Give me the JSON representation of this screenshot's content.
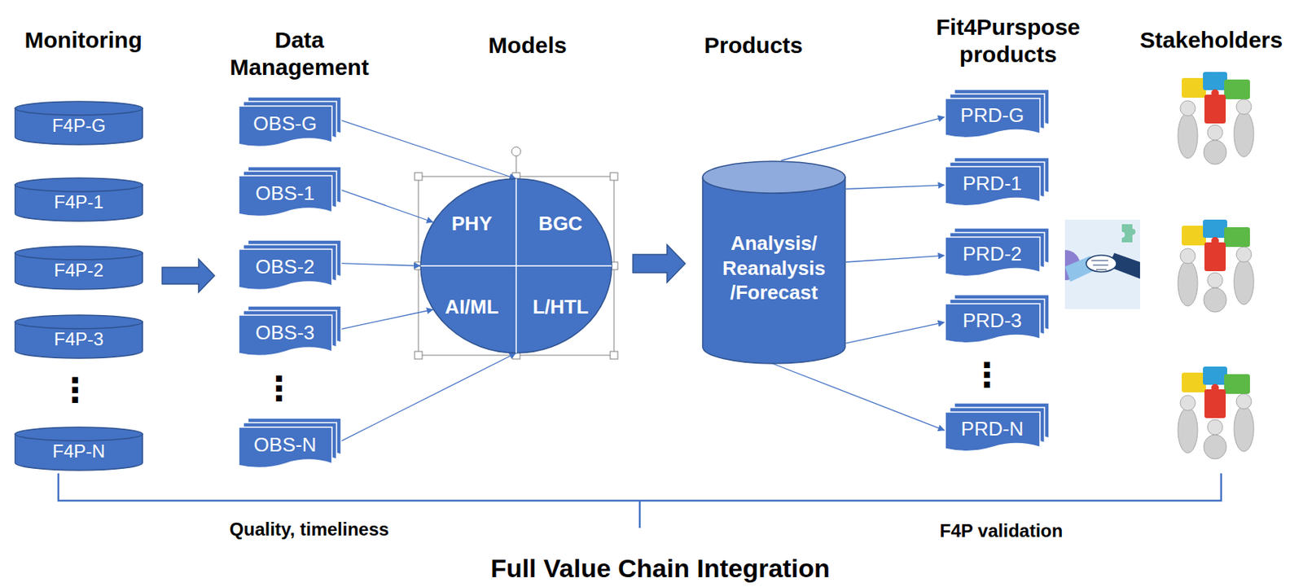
{
  "diagram": {
    "caption": "Full Value Chain Integration",
    "nodes": [
      {
        "text": [
          "F4P-G"
        ]
      },
      {
        "text": [
          "F4P-1"
        ]
      },
      {
        "text": [
          "F4P-2"
        ]
      },
      {
        "text": [
          "F4P-3"
        ]
      },
      {
        "text": [
          "F4P-N"
        ]
      },
      {
        "text": [
          "OBS-G"
        ]
      },
      {
        "text": [
          "OBS-1"
        ]
      },
      {
        "text": [
          "OBS-2"
        ]
      },
      {
        "text": [
          "OBS-3"
        ]
      },
      {
        "text": [
          "OBS-N"
        ]
      },
      {
        "text": [
          "PHY",
          "BGC",
          "AI/ML",
          "L/HTL"
        ]
      },
      {
        "text": [
          "Analysis/ Reanalysis /Forecast"
        ]
      },
      {
        "text": [
          "PRD-G"
        ]
      },
      {
        "text": [
          "PRD-1"
        ]
      },
      {
        "text": [
          "PRD-2"
        ]
      },
      {
        "text": [
          "PRD-3"
        ]
      },
      {
        "text": [
          "PRD-N"
        ]
      }
    ],
    "edges": [
      {
        "from": 5,
        "to": 10,
        "arrow": "to"
      },
      {
        "from": 6,
        "to": 10,
        "arrow": "to"
      },
      {
        "from": 7,
        "to": 10,
        "arrow": "to"
      },
      {
        "from": 8,
        "to": 10,
        "arrow": "to"
      },
      {
        "from": 9,
        "to": 10,
        "arrow": "to"
      },
      {
        "from": 11,
        "to": 12,
        "arrow": "to"
      },
      {
        "from": 11,
        "to": 13,
        "arrow": "to"
      },
      {
        "from": 11,
        "to": 14,
        "arrow": "to"
      },
      {
        "from": 11,
        "to": 15,
        "arrow": "to"
      },
      {
        "from": 11,
        "to": 16,
        "arrow": "to"
      }
    ],
    "labels": [
      "Monitoring",
      "Data Management",
      "Models",
      "Products",
      "Fit4Purspose products",
      "Stakeholders",
      "⋮",
      "⋮",
      "⋮",
      "Quality, timeliness",
      "F4P validation"
    ]
  }
}
